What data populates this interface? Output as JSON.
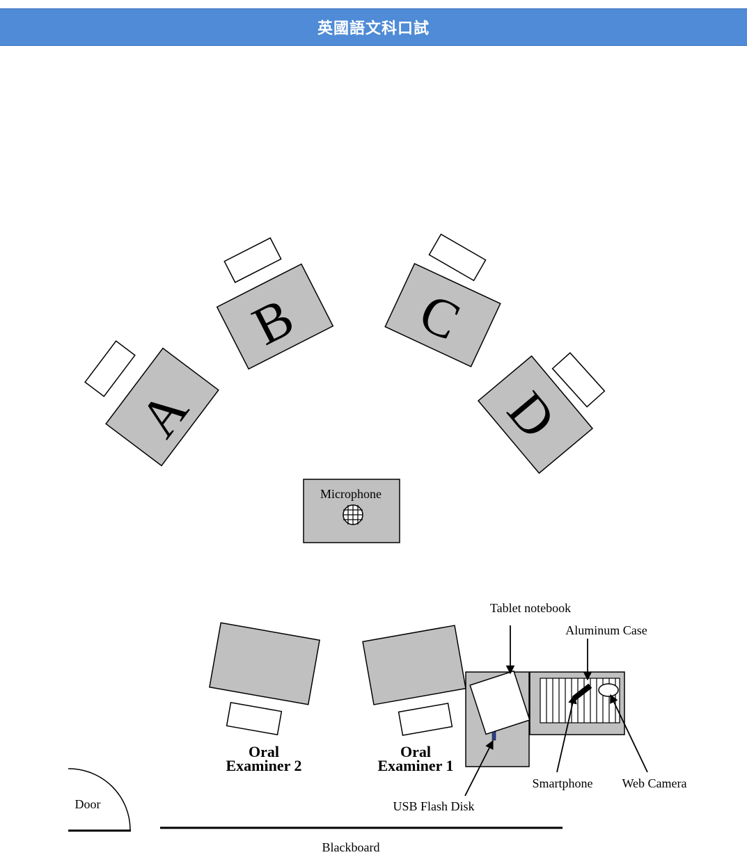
{
  "header": {
    "title": "英國語文科口試"
  },
  "candidates": {
    "a": "A",
    "b": "B",
    "c": "C",
    "d": "D"
  },
  "labels": {
    "microphone": "Microphone",
    "tablet_notebook": "Tablet notebook",
    "aluminum_case": "Aluminum Case",
    "smartphone": "Smartphone",
    "web_camera": "Web Camera",
    "usb_flash_disk": "USB Flash Disk",
    "door": "Door",
    "blackboard": "Blackboard"
  },
  "examiners": {
    "examiner2": {
      "line1": "Oral",
      "line2": "Examiner 2"
    },
    "examiner1": {
      "line1": "Oral",
      "line2": "Examiner 1"
    }
  },
  "colors": {
    "header_bg": "#4f8bd6",
    "desk_fill": "#c0c0c0",
    "outline": "#000000"
  }
}
